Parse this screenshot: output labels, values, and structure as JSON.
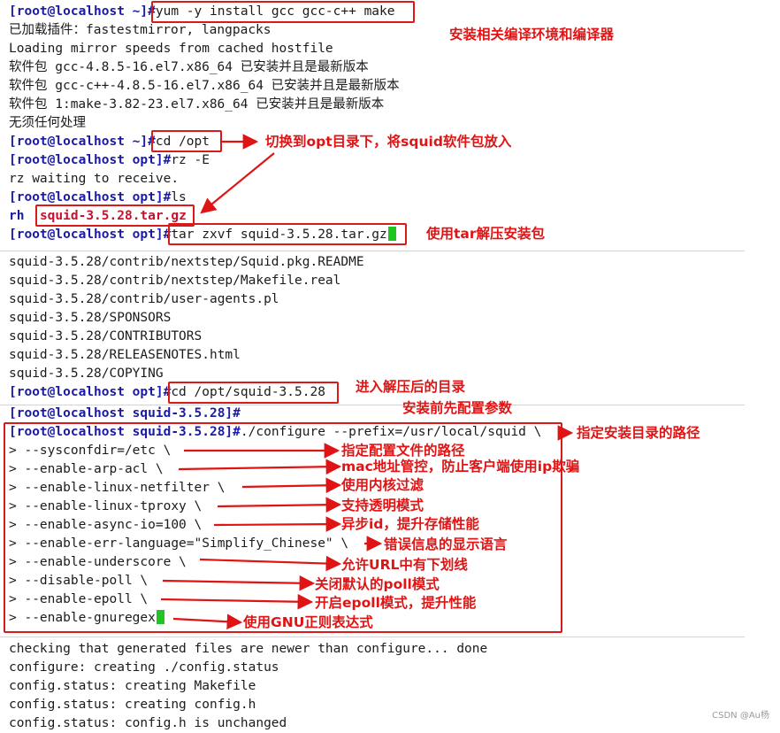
{
  "panel1": {
    "lines": [
      {
        "prompt": "[root@localhost ~]#",
        "cmd": "yum -y install gcc gcc-c++ make"
      },
      {
        "text": "已加载插件：fastestmirror, langpacks"
      },
      {
        "text": "Loading mirror speeds from cached hostfile"
      },
      {
        "text": "软件包 gcc-4.8.5-16.el7.x86_64 已安装并且是最新版本"
      },
      {
        "text": "软件包 gcc-c++-4.8.5-16.el7.x86_64 已安装并且是最新版本"
      },
      {
        "text": "软件包 1:make-3.82-23.el7.x86_64 已安装并且是最新版本"
      },
      {
        "text": "无须任何处理"
      },
      {
        "prompt": "[root@localhost ~]#",
        "cmd": "cd /opt"
      },
      {
        "prompt": "[root@localhost opt]#",
        "cmd": "rz -E"
      },
      {
        "text": "rz waiting to receive."
      },
      {
        "prompt": "[root@localhost opt]#",
        "cmd": "ls"
      },
      {
        "rh": "rh",
        "file": "squid-3.5.28.tar.gz"
      },
      {
        "prompt": "[root@localhost opt]#",
        "cmd": "tar zxvf squid-3.5.28.tar.gz"
      }
    ]
  },
  "panel2": {
    "lines": [
      {
        "text": "squid-3.5.28/contrib/nextstep/Squid.pkg.README"
      },
      {
        "text": "squid-3.5.28/contrib/nextstep/Makefile.real"
      },
      {
        "text": "squid-3.5.28/contrib/user-agents.pl"
      },
      {
        "text": "squid-3.5.28/SPONSORS"
      },
      {
        "text": "squid-3.5.28/CONTRIBUTORS"
      },
      {
        "text": "squid-3.5.28/RELEASENOTES.html"
      },
      {
        "text": "squid-3.5.28/COPYING"
      },
      {
        "prompt": "[root@localhost opt]#",
        "cmd": "cd /opt/squid-3.5.28"
      }
    ]
  },
  "panel3": {
    "lines": [
      {
        "prompt": "[root@localhost squid-3.5.28]#",
        "cmd": ""
      },
      {
        "prompt": "[root@localhost squid-3.5.28]#",
        "cmd": "./configure --prefix=/usr/local/squid \\"
      },
      {
        "text": "> --sysconfdir=/etc \\"
      },
      {
        "text": "> --enable-arp-acl \\"
      },
      {
        "text": "> --enable-linux-netfilter \\"
      },
      {
        "text": "> --enable-linux-tproxy \\"
      },
      {
        "text": "> --enable-async-io=100 \\"
      },
      {
        "text": "> --enable-err-language=\"Simplify_Chinese\" \\"
      },
      {
        "text": "> --enable-underscore \\"
      },
      {
        "text": "> --disable-poll \\"
      },
      {
        "text": "> --enable-epoll \\"
      },
      {
        "text": "> --enable-gnuregex"
      }
    ]
  },
  "panel4": {
    "lines": [
      {
        "text": "checking that generated files are newer than configure... done"
      },
      {
        "text": "configure: creating ./config.status"
      },
      {
        "text": "config.status: creating Makefile"
      },
      {
        "text": "config.status: creating config.h"
      },
      {
        "text": "config.status: config.h is unchanged"
      }
    ]
  },
  "annotations": {
    "install_env": "安装相关编译环境和编译器",
    "cd_opt": "切换到opt目录下，将squid软件包放入",
    "tar": "使用tar解压安装包",
    "cd_dir": "进入解压后的目录",
    "configure_first": "安装前先配置参数",
    "prefix": "指定安装目录的路径",
    "sysconfdir": "指定配置文件的路径",
    "arp_acl": "mac地址管控，防止客户端使用ip欺骗",
    "netfilter": "使用内核过滤",
    "tproxy": "支持透明模式",
    "async_io": "异步id，提升存储性能",
    "err_language": "错误信息的显示语言",
    "underscore": "允许URL中有下划线",
    "disable_poll": "关闭默认的poll模式",
    "epoll": "开启epoll模式，提升性能",
    "gnuregex": "使用GNU正则表达式"
  },
  "watermark": "CSDN @Au杨",
  "colors": {
    "prompt": "#1a1aa6",
    "annotation": "#e01414",
    "cursor": "#21c521"
  }
}
